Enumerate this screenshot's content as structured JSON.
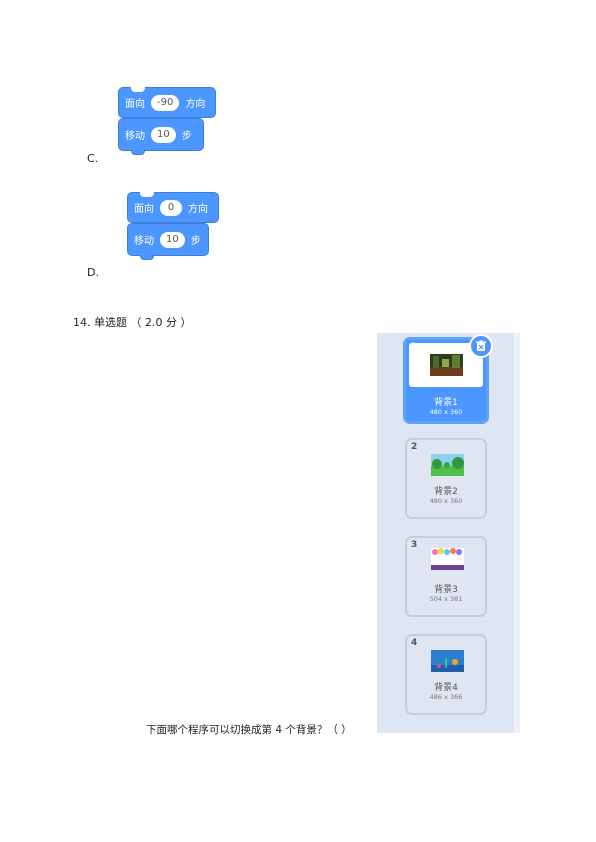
{
  "options": [
    {
      "letter": "C.",
      "blocks": [
        {
          "word1": "面向",
          "value": "-90",
          "word2": "方向"
        },
        {
          "word1": "移动",
          "value": "10",
          "word2": "步"
        }
      ]
    },
    {
      "letter": "D.",
      "blocks": [
        {
          "word1": "面向",
          "value": "0",
          "word2": "方向"
        },
        {
          "word1": "移动",
          "value": "10",
          "word2": "步"
        }
      ]
    }
  ],
  "question14": {
    "header": "14. 单选题 （ 2.0 分 ）",
    "prompt": "下面哪个程序可以切换成第 4 个背景？（ ）"
  },
  "backdrops": [
    {
      "num": "1",
      "name": "背景1",
      "size": "480 x 360",
      "selected": true
    },
    {
      "num": "2",
      "name": "背景2",
      "size": "480 x 360",
      "selected": false
    },
    {
      "num": "3",
      "name": "背景3",
      "size": "504 x 381",
      "selected": false
    },
    {
      "num": "4",
      "name": "背景4",
      "size": "486 x 366",
      "selected": false
    }
  ],
  "colors": {
    "block": "#4c97ff",
    "panel": "#dde6f3"
  },
  "icons": {
    "delete": "trash-icon"
  }
}
